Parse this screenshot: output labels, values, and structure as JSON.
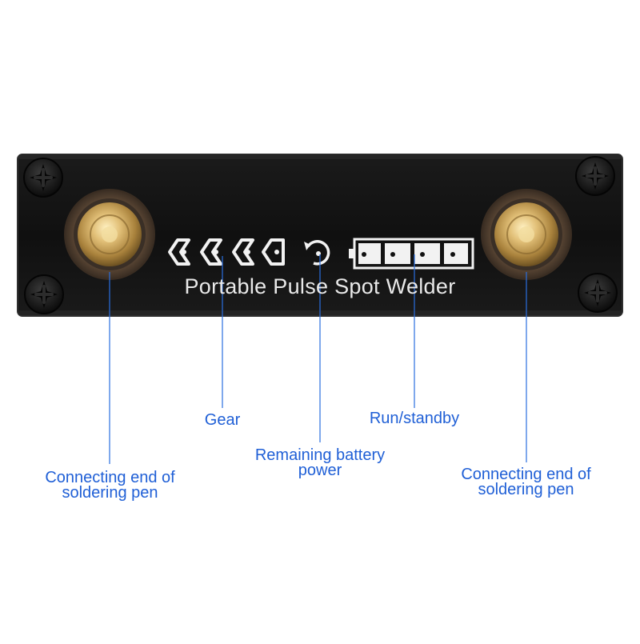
{
  "device": {
    "title": "Portable Pulse Spot Welder"
  },
  "callouts": {
    "left_connector": {
      "line1": "Connecting end of",
      "line2": "soldering pen"
    },
    "gear": {
      "line1": "Gear"
    },
    "battery": {
      "line1": "Remaining battery",
      "line2": "power"
    },
    "run_standby": {
      "line1": "Run/standby"
    },
    "right_connector": {
      "line1": "Connecting end of",
      "line2": "soldering pen"
    }
  },
  "icons": {
    "gear_indicators": "gear-arrow-icon",
    "run_standby": "power-cycle-icon",
    "battery": "battery-icon",
    "screws": "phillips-screw-icon",
    "connectors": "brass-connector-icon"
  },
  "colors": {
    "panel": "#121212",
    "panel_edge": "#2a2a2a",
    "panel_print": "#f0f0f0",
    "callout_text": "#1f5fd6",
    "leader_line": "#2a6fe0",
    "brass": "#c9a45a"
  }
}
